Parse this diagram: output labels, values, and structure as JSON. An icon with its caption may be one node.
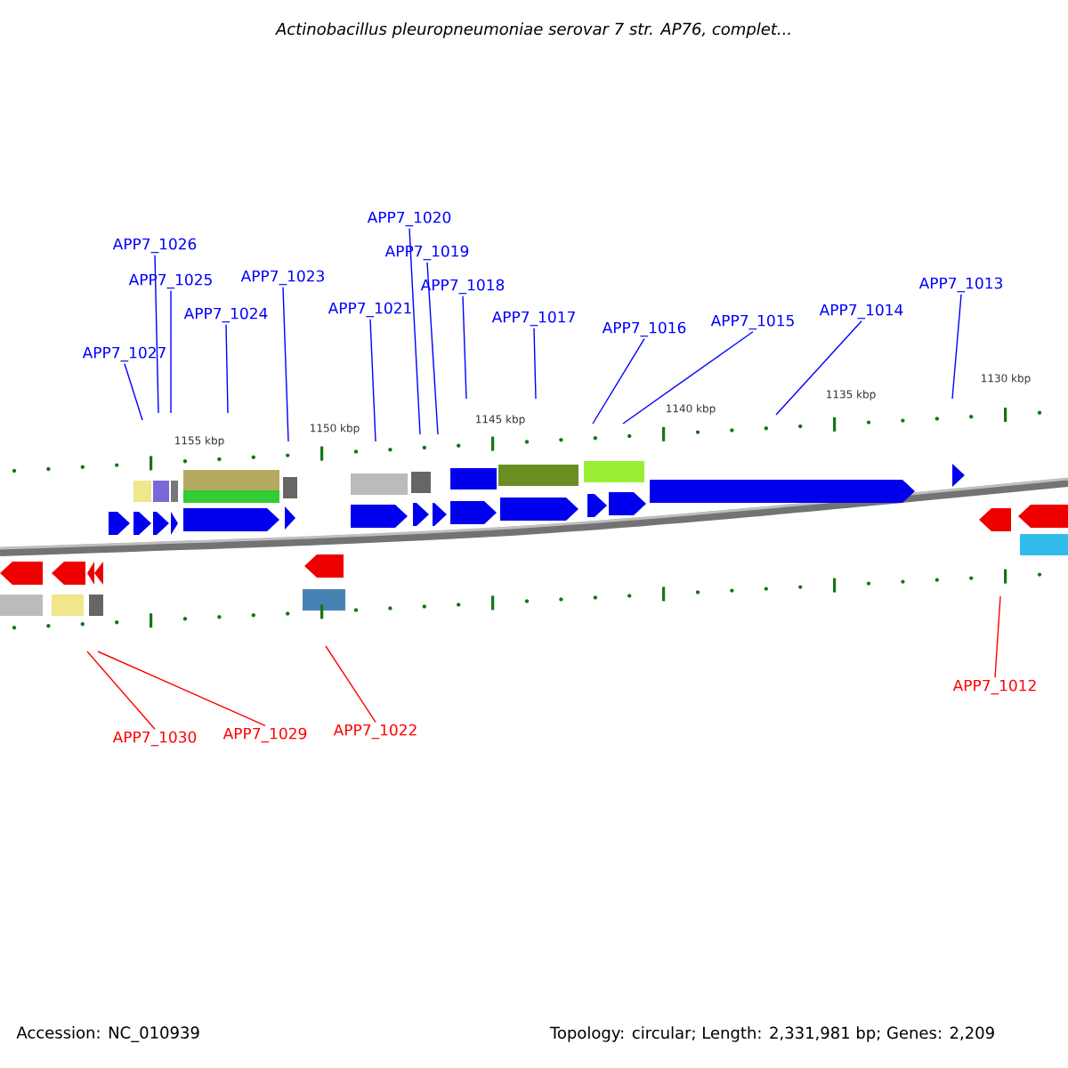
{
  "diagram": {
    "title": "*Actinobacillus pleuropneumoniae* serovar 7 str. AP76, complet...",
    "nodes": [
      {
        "text": [
          "APP7_1026"
        ]
      },
      {
        "text": [
          "APP7_1025"
        ]
      },
      {
        "text": [
          "APP7_1027"
        ]
      },
      {
        "text": [
          "APP7_1024"
        ]
      },
      {
        "text": [
          "APP7_1023"
        ]
      },
      {
        "text": [
          "APP7_1021"
        ]
      },
      {
        "text": [
          "APP7_1020"
        ]
      },
      {
        "text": [
          "APP7_1019"
        ]
      },
      {
        "text": [
          "APP7_1018"
        ]
      },
      {
        "text": [
          "APP7_1017"
        ]
      },
      {
        "text": [
          "APP7_1016"
        ]
      },
      {
        "text": [
          "APP7_1015"
        ]
      },
      {
        "text": [
          "APP7_1014"
        ]
      },
      {
        "text": [
          "APP7_1013"
        ]
      },
      {
        "text": [
          "APP7_1030"
        ]
      },
      {
        "text": [
          "APP7_1029"
        ]
      },
      {
        "text": [
          "APP7_1022"
        ]
      },
      {
        "text": [
          "APP7_1012"
        ]
      }
    ],
    "edges": [
      {
        "from": 0,
        "to": null,
        "arrow": "none"
      },
      {
        "from": 1,
        "to": null,
        "arrow": "none"
      },
      {
        "from": 2,
        "to": null,
        "arrow": "none"
      },
      {
        "from": 3,
        "to": null,
        "arrow": "none"
      },
      {
        "from": 4,
        "to": null,
        "arrow": "none"
      },
      {
        "from": 5,
        "to": null,
        "arrow": "none"
      },
      {
        "from": 6,
        "to": null,
        "arrow": "none"
      },
      {
        "from": 7,
        "to": null,
        "arrow": "none"
      },
      {
        "from": 8,
        "to": null,
        "arrow": "none"
      },
      {
        "from": 9,
        "to": null,
        "arrow": "none"
      },
      {
        "from": 10,
        "to": null,
        "arrow": "none"
      },
      {
        "from": 11,
        "to": null,
        "arrow": "none"
      },
      {
        "from": 12,
        "to": null,
        "arrow": "none"
      },
      {
        "from": 13,
        "to": null,
        "arrow": "none"
      },
      {
        "from": 14,
        "to": null,
        "arrow": "none",
        "color": "#ff0000"
      },
      {
        "from": 15,
        "to": null,
        "arrow": "none",
        "color": "#ff0000"
      },
      {
        "from": 16,
        "to": null,
        "arrow": "none",
        "color": "#ff0000"
      },
      {
        "from": 17,
        "to": null,
        "arrow": "none",
        "color": "#ff0000"
      }
    ],
    "labels": [
      "1155 kbp",
      "1150 kbp",
      "1145 kbp",
      "1140 kbp",
      "1135 kbp",
      "1130 kbp",
      "Accession: NC_010939",
      "Topology: circular; Length: 2,331,981 bp; Genes: 2,209"
    ]
  }
}
